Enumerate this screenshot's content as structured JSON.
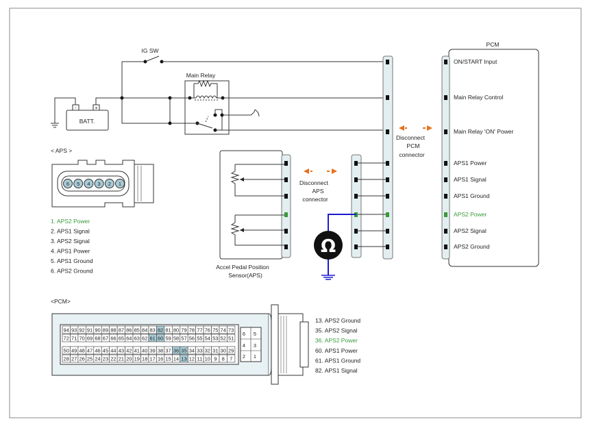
{
  "labels": {
    "ig_sw": "IG SW",
    "main_relay": "Main Relay",
    "batt": "BATT.",
    "batt_minus": "-",
    "batt_plus": "+",
    "pcm": "PCM",
    "aps_title": "< APS    >",
    "pcm_conn_title": "<PCM>",
    "disconnect_pcm": [
      "Disconnect",
      "PCM",
      "connector"
    ],
    "disconnect_aps": [
      "Disconnect",
      "APS",
      "connector"
    ],
    "aps_sensor": [
      "Accel Pedal Position",
      "Sensor(APS)"
    ],
    "ohm": "Ω"
  },
  "pcm_pins": [
    "ON/START Input",
    "Main Relay Control",
    "Main Relay 'ON' Power",
    "APS1 Power",
    "APS1 Signal",
    "APS1 Ground",
    "APS2 Power",
    "APS2 Signal",
    "APS2 Ground"
  ],
  "aps_pin_numbers": [
    "6",
    "5",
    "4",
    "3",
    "2",
    "1"
  ],
  "aps_legend": [
    "1. APS2 Power",
    "2. APS1 Signal",
    "3. APS2 Signal",
    "4. APS1 Power",
    "5. APS1 Ground",
    "6. APS2 Ground"
  ],
  "pcm_legend": [
    "13. APS2 Ground",
    "35. APS2 Signal",
    "36. APS2 Power",
    "60. APS1 Power",
    "61. APS1 Ground",
    "82. APS1 Signal"
  ],
  "pcm_conn_rows": [
    [
      "94",
      "93",
      "92",
      "91",
      "90",
      "89",
      "88",
      "87",
      "86",
      "85",
      "84",
      "83",
      "82",
      "81",
      "80",
      "79",
      "78",
      "77",
      "76",
      "75",
      "74",
      "73"
    ],
    [
      "72",
      "71",
      "70",
      "69",
      "68",
      "67",
      "66",
      "65",
      "64",
      "63",
      "62",
      "61",
      "60",
      "59",
      "58",
      "57",
      "56",
      "55",
      "54",
      "53",
      "52",
      "51"
    ],
    [
      "50",
      "49",
      "48",
      "47",
      "46",
      "45",
      "44",
      "43",
      "42",
      "41",
      "40",
      "39",
      "38",
      "37",
      "36",
      "35",
      "34",
      "33",
      "32",
      "31",
      "30",
      "29"
    ],
    [
      "28",
      "27",
      "26",
      "25",
      "24",
      "23",
      "22",
      "21",
      "20",
      "19",
      "18",
      "17",
      "16",
      "15",
      "14",
      "13",
      "12",
      "11",
      "10",
      "9",
      "8",
      "7"
    ]
  ],
  "pcm_small_block": [
    "6",
    "5",
    "4",
    "3",
    "2",
    "1"
  ],
  "highlighted_pins": [
    "82",
    "61",
    "60",
    "36",
    "35",
    "13"
  ],
  "colors": {
    "highlight_green": "#3a9a3a",
    "arrow_orange": "#e8701a",
    "ground_blue": "#1a1ad0",
    "pin_highlight": "#a9cbd6"
  }
}
